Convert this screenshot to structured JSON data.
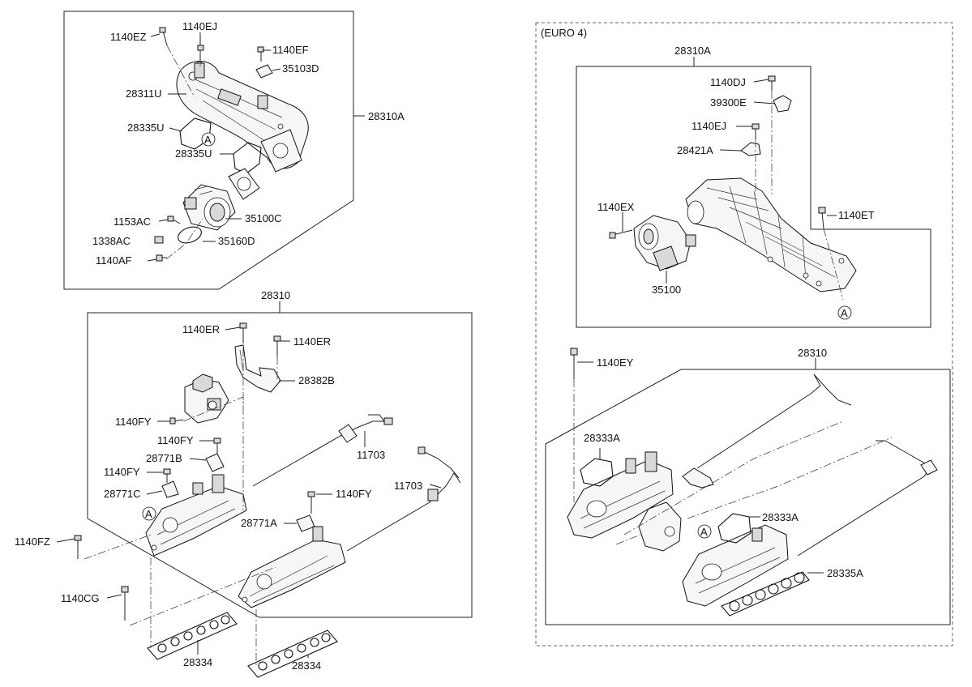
{
  "euro4_header": "(EURO 4)",
  "callout_marker": "A",
  "left_top": {
    "assembly": "28310A",
    "parts": [
      "1140EZ",
      "1140EJ",
      "1140EF",
      "35103D",
      "28311U",
      "28335U",
      "28335U",
      "35100C",
      "1153AC",
      "1338AC",
      "35160D",
      "1140AF"
    ]
  },
  "left_bottom": {
    "assembly": "28310",
    "parts": [
      "1140ER",
      "1140ER",
      "28382B",
      "1140FY",
      "1140FY",
      "28771B",
      "11703",
      "1140FY",
      "11703",
      "28771C",
      "1140FY",
      "28771A",
      "1140FZ",
      "1140CG",
      "28334",
      "28334"
    ]
  },
  "right_top": {
    "assembly": "28310A",
    "parts": [
      "1140DJ",
      "39300E",
      "1140EJ",
      "28421A",
      "1140EX",
      "1140ET",
      "35100"
    ]
  },
  "right_bottom": {
    "assembly": "28310",
    "parts": [
      "1140EY",
      "28333A",
      "28333A",
      "28335A"
    ]
  }
}
